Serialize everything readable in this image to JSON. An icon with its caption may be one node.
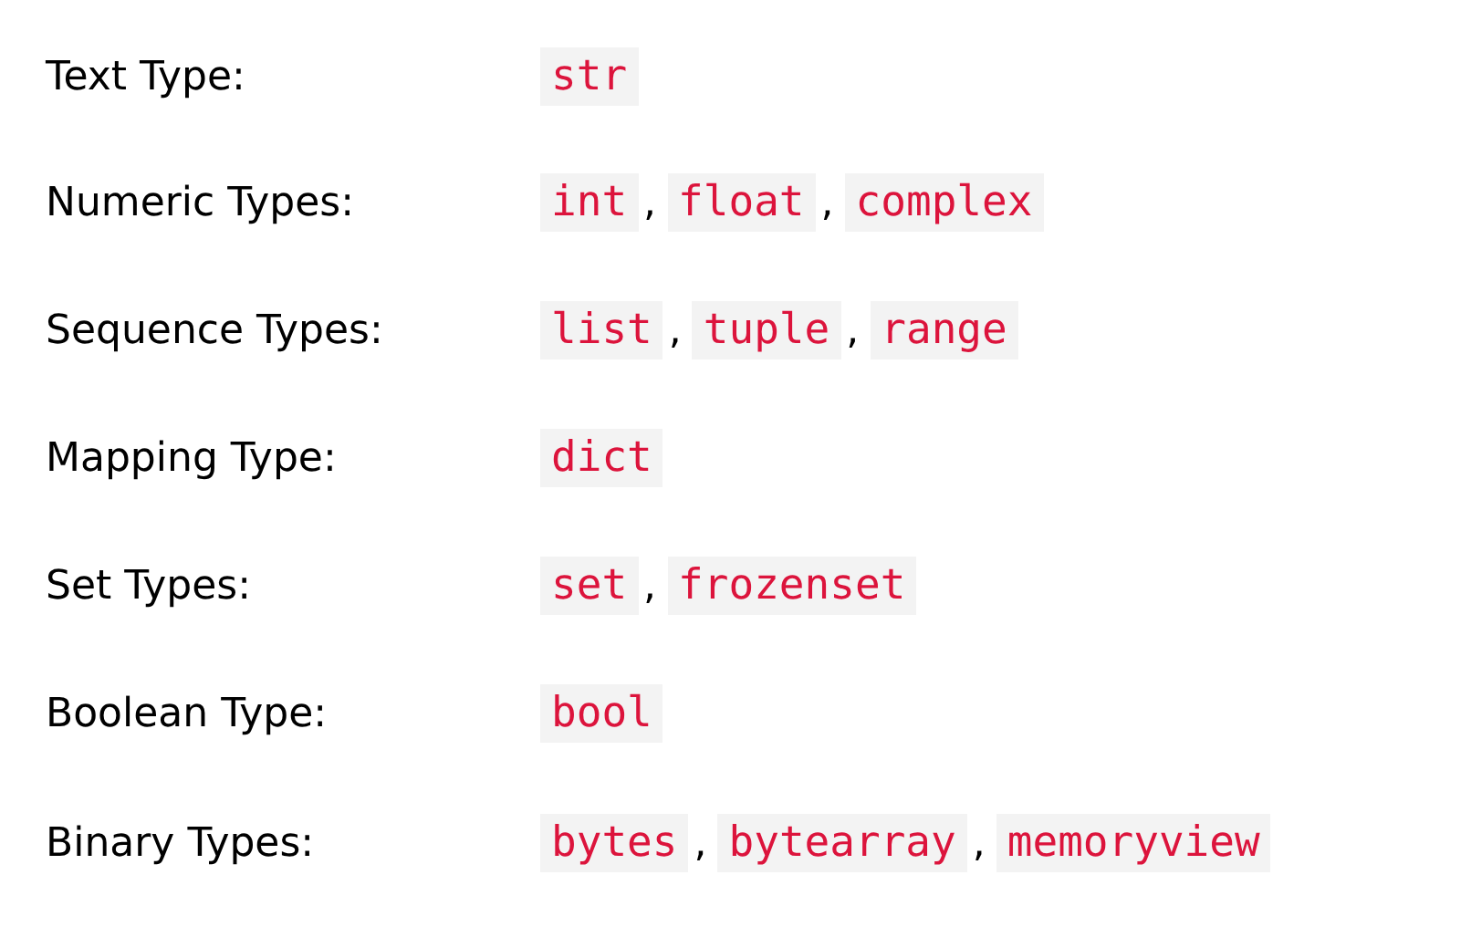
{
  "diagram": {
    "labels": [
      "Text Type:",
      "str",
      "Numeric Types:",
      "int",
      ",",
      "float",
      ",",
      "complex",
      "Sequence Types:",
      "list",
      ",",
      "tuple",
      ",",
      "range",
      "Mapping Type:",
      "dict",
      "Set Types:",
      "set",
      ",",
      "frozenset",
      "Boolean Type:",
      "bool",
      "Binary Types:",
      "bytes",
      ",",
      "bytearray",
      ",",
      "memoryview"
    ]
  }
}
